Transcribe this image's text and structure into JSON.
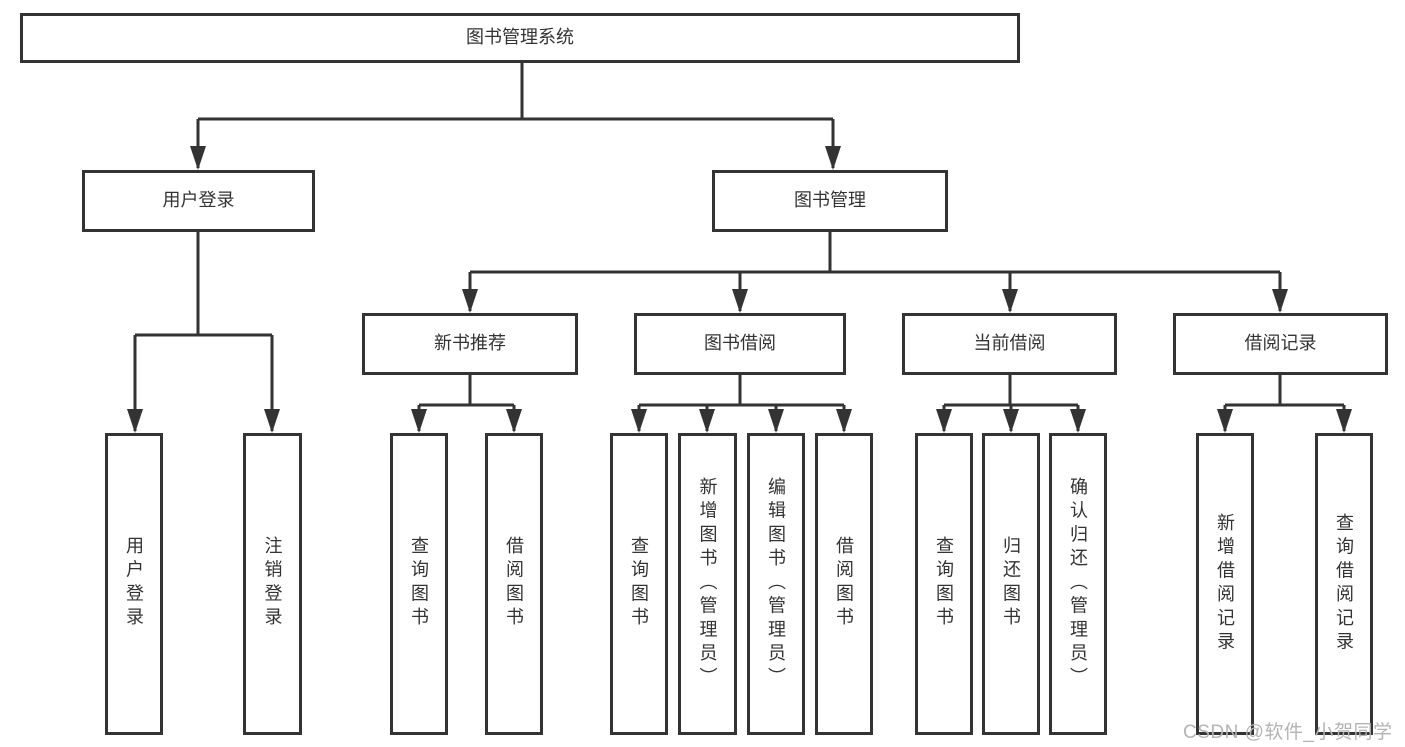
{
  "tree": {
    "root": {
      "label": "图书管理系统"
    },
    "level2": {
      "login": {
        "label": "用户登录"
      },
      "management": {
        "label": "图书管理"
      }
    },
    "level3": {
      "new_book": {
        "label": "新书推荐"
      },
      "borrowing": {
        "label": "图书借阅"
      },
      "current": {
        "label": "当前借阅"
      },
      "records": {
        "label": "借阅记录"
      }
    },
    "leaves": {
      "login": [
        "用户登录",
        "注销登录"
      ],
      "new_book": [
        "查询图书",
        "借阅图书"
      ],
      "borrowing": [
        "查询图书",
        "新增图书（管理员）",
        "编辑图书（管理员）",
        "借阅图书"
      ],
      "current": [
        "查询图书",
        "归还图书",
        "确认归还（管理员）"
      ],
      "records": [
        "新增借阅记录",
        "查询借阅记录"
      ]
    }
  },
  "watermark": {
    "text": "CSDN @软件_小贺同学",
    "color": "#b4b4b4"
  },
  "colors": {
    "line": "#333333",
    "box_border": "#333333",
    "text": "#333333",
    "background": "#ffffff"
  }
}
